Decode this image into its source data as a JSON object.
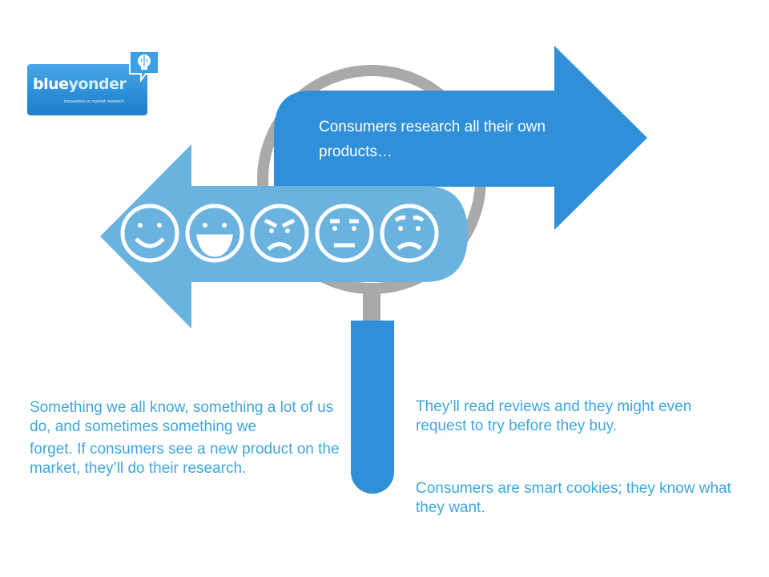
{
  "logo": {
    "word_part1": "blue",
    "word_part2": "yonder",
    "tagline": "innovation in market research",
    "icon": "lightbulb-brain-icon"
  },
  "arrow_right": {
    "text": "Consumers research all their own products…"
  },
  "faces": [
    {
      "name": "smile-face-icon"
    },
    {
      "name": "grin-face-icon"
    },
    {
      "name": "angry-face-icon"
    },
    {
      "name": "neutral-face-icon"
    },
    {
      "name": "worried-face-icon"
    }
  ],
  "left_text": {
    "line1": "Something we all know, something a lot of us do, and sometimes something we",
    "line2": "forget. If consumers see a new  product on the market, they’ll do their research."
  },
  "right_text_1": "They’ll read reviews and they might even request to try before they buy.",
  "right_text_2": "Consumers are smart cookies; they know what they want.",
  "colors": {
    "blue_dark": "#2f8fd9",
    "blue_light": "#6bb3df",
    "lens_ring": "#a9a9a9",
    "text_blue": "#3ea6df"
  }
}
